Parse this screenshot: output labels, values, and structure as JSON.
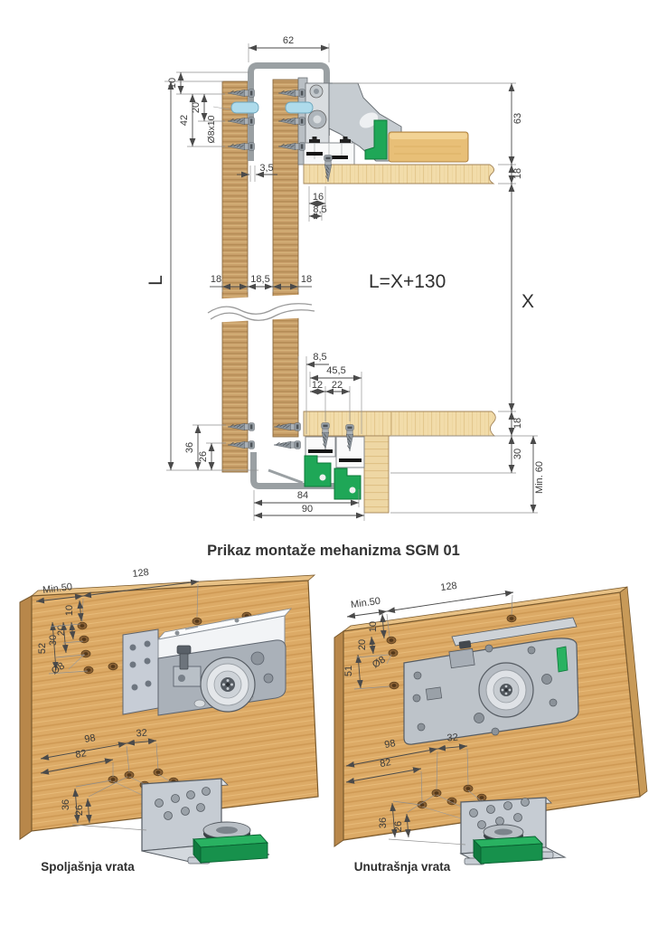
{
  "main_caption": "Prikaz montaže mehanizma SGM 01",
  "top_view": {
    "formula": "L=X+130",
    "dim_62": "62",
    "dim_10": "10",
    "dim_20": "20",
    "dim_42": "42",
    "dim_plug": "Ø8x10",
    "dim_3_5": "3,5",
    "dim_63": "63",
    "dim_18_top": "18",
    "dim_16": "16",
    "dim_8_5_top": "8,5",
    "dim_L": "L",
    "dim_X": "X",
    "dim_18_a": "18",
    "dim_18_5": "18,5",
    "dim_18_b": "18",
    "dim_8_5_bottom": "8,5",
    "dim_45_5": "45,5",
    "dim_12": "12",
    "dim_22": "22",
    "dim_36": "36",
    "dim_26": "26",
    "dim_18_floor": "18",
    "dim_30": "30",
    "dim_min_60": "Min. 60",
    "dim_84": "84",
    "dim_90": "90"
  },
  "outer_door": {
    "caption": "Spoljašnja vrata",
    "dim_min_50": "Min.50",
    "dim_128": "128",
    "dim_10": "10",
    "dim_20": "20",
    "dim_30": "30",
    "dim_52": "52",
    "dim_dia_8": "Ø8",
    "dim_98": "98",
    "dim_32": "32",
    "dim_82": "82",
    "dim_36": "36",
    "dim_26": "26"
  },
  "inner_door": {
    "caption": "Unutrašnja vrata",
    "dim_min_50": "Min.50",
    "dim_128": "128",
    "dim_10": "10",
    "dim_20": "20",
    "dim_51": "51",
    "dim_dia_8": "Ø8",
    "dim_98": "98",
    "dim_32": "32",
    "dim_82": "82",
    "dim_36": "36",
    "dim_26": "26"
  },
  "colors": {
    "wood_dark": "#c9a06a",
    "wood_light": "#f2dcaa",
    "wood_iso": "#dcaa66",
    "green": "#1fa757",
    "plug_blue": "#aedbeb",
    "profile_gray": "#9aa0a3",
    "dim_line": "#4a4a4a"
  }
}
